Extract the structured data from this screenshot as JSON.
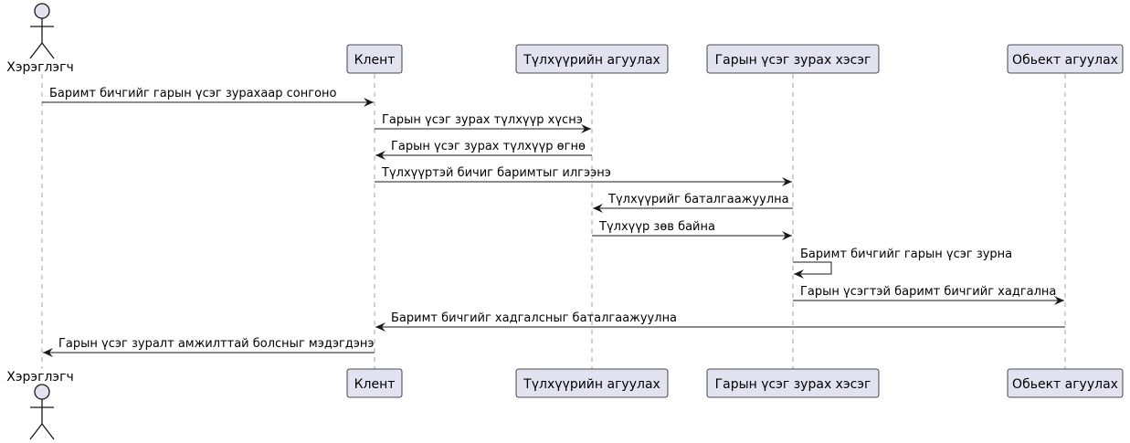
{
  "colors": {
    "participant_fill": "#e2e2f0",
    "participant_stroke": "#181818",
    "lifeline": "#a0a0a0",
    "arrow": "#181818"
  },
  "participants": [
    {
      "id": "user",
      "label": "Хэрэглэгч",
      "kind": "actor"
    },
    {
      "id": "client",
      "label": "Клент",
      "kind": "participant"
    },
    {
      "id": "keystore",
      "label": "Түлхүүрийн агуулах",
      "kind": "participant"
    },
    {
      "id": "signer",
      "label": "Гарын үсэг зурах хэсэг",
      "kind": "participant"
    },
    {
      "id": "objectstore",
      "label": "Обьект агуулах",
      "kind": "participant"
    }
  ],
  "messages": [
    {
      "from": "user",
      "to": "client",
      "label": "Баримт бичгийг гарын үсэг зурахаар сонгоно"
    },
    {
      "from": "client",
      "to": "keystore",
      "label": "Гарын үсэг зурах түлхүүр хүснэ"
    },
    {
      "from": "keystore",
      "to": "client",
      "label": "Гарын үсэг зурах түлхүүр өгнө"
    },
    {
      "from": "client",
      "to": "signer",
      "label": "Түлхүүртэй бичиг баримтыг илгээнэ"
    },
    {
      "from": "signer",
      "to": "keystore",
      "label": "Түлхүүрийг баталгаажуулна"
    },
    {
      "from": "keystore",
      "to": "signer",
      "label": "Түлхүүр зөв байна"
    },
    {
      "from": "signer",
      "to": "signer",
      "label": "Баримт бичгийг гарын үсэг зурна"
    },
    {
      "from": "signer",
      "to": "objectstore",
      "label": "Гарын үсэгтэй баримт бичгийг хадгална"
    },
    {
      "from": "objectstore",
      "to": "client",
      "label": "Баримт бичгийг хадгалсныг баталгаажуулна"
    },
    {
      "from": "client",
      "to": "user",
      "label": "Гарын үсэг зуралт амжилттай болсныг мэдэгдэнэ"
    }
  ]
}
